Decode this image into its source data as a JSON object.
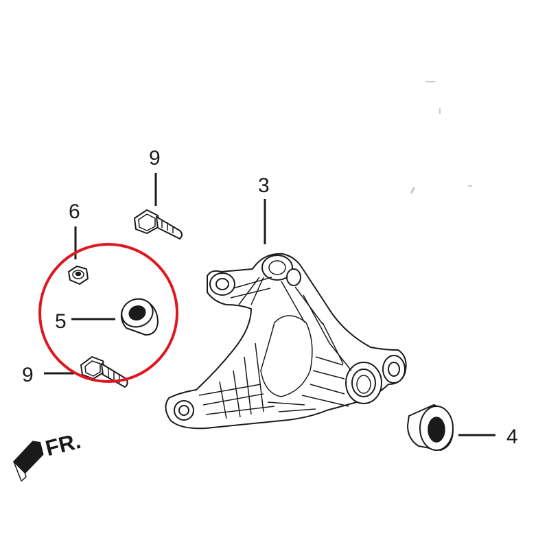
{
  "callouts": {
    "bracket": "3",
    "collar_large": "4",
    "collar_small": "5",
    "nut": "6",
    "bolt": "9"
  },
  "front_marker": "FR.",
  "colors": {
    "line": "#1a1a1a",
    "highlight": "#e0161f",
    "background": "#ffffff"
  }
}
